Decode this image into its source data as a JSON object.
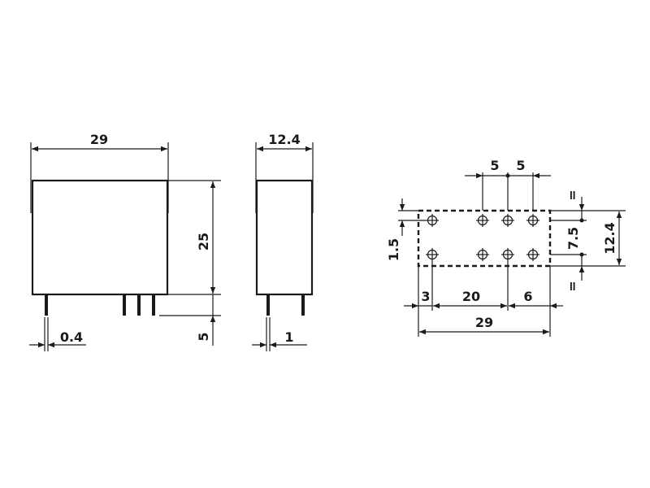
{
  "front_view": {
    "width": "29",
    "height": "25",
    "pin_width": "0.4",
    "pin_length": "5"
  },
  "side_view": {
    "width": "12.4",
    "pin_spacing": "1"
  },
  "footprint": {
    "top_pitch_left": "5",
    "top_pitch_right": "5",
    "hole_offset": "1.5",
    "row_pitch": "7.5",
    "width": "12.4",
    "equal_top": "=",
    "equal_bottom": "=",
    "seg_left": "3",
    "seg_middle": "20",
    "seg_right": "6",
    "total_length": "29"
  }
}
